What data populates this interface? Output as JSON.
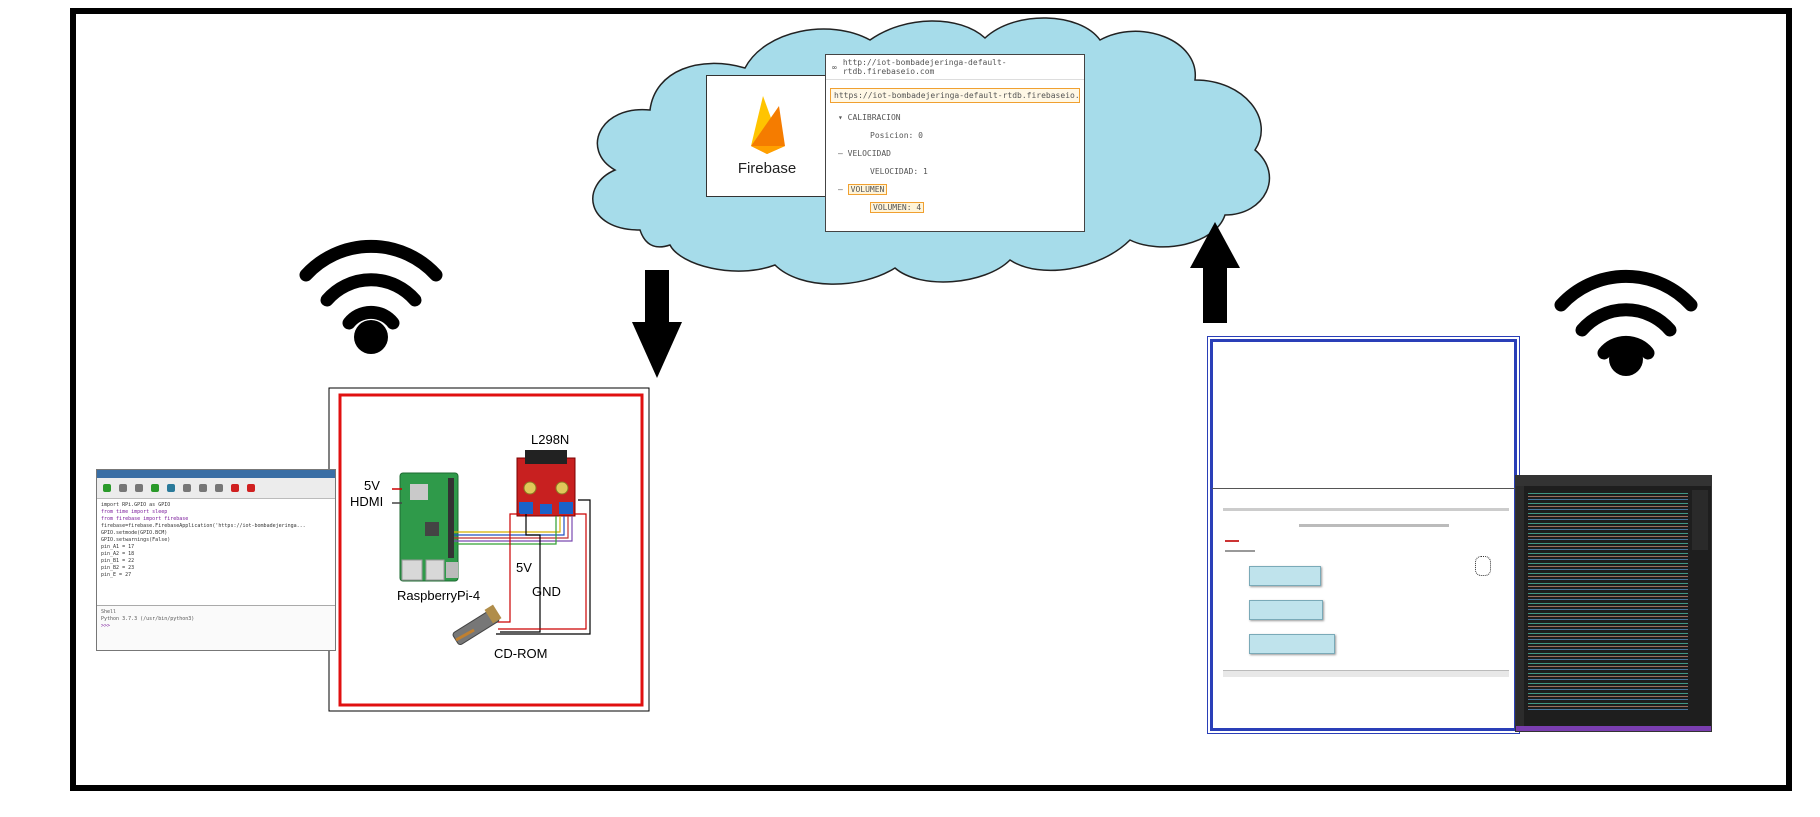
{
  "firebase": {
    "logo_label": "Firebase",
    "url_bar": "http://iot-bombadejeringa-default-rtdb.firebaseio.com",
    "db_path": "https://iot-bombadejeringa-default-rtdb.firebaseio.com/",
    "nodes": {
      "calibracion": "CALIBRACION",
      "posicion": "Posicion: 0",
      "velocidad": "VELOCIDAD",
      "velocidad_value": "VELOCIDAD: 1",
      "volumen": "VOLUMEN",
      "volumen_value": "VOLUMEN: 4"
    }
  },
  "hardware": {
    "supply_5v": "5V",
    "hdmi": "HDMI",
    "driver": "L298N",
    "driver_5v": "5V",
    "gnd": "GND",
    "board": "RaspberryPi-4",
    "motor": "CD-ROM"
  },
  "ide_code": {
    "line1": "import RPi.GPIO as GPIO",
    "line2": "from time import sleep",
    "line3": "from firebase import firebase",
    "line4": "firebase=firebase.FirebaseApplication('https://iot-bombadejeringa...",
    "line5": "GPIO.setmode(GPIO.BCM)",
    "line6": "GPIO.setwarnings(False)",
    "line7": "pin_A1 = 17",
    "line8": "pin_A2 = 18",
    "line9": "pin_B1 = 22",
    "line10": "pin_B2 = 23",
    "line11": "pin_E = 27",
    "shell1": "Shell",
    "shell2": "Python 3.7.3 (/usr/bin/python3)",
    "shell3": ">>>"
  },
  "colors": {
    "cloud": "#a6dcea",
    "hw_border": "#e01010",
    "device_border": "#2a3fb8",
    "firebase_orange": "#f6a01a"
  },
  "icons": [
    "wifi-icon",
    "wifi-icon",
    "arrow-down-icon",
    "arrow-up-icon",
    "devices-icon",
    "firebase-icon"
  ]
}
